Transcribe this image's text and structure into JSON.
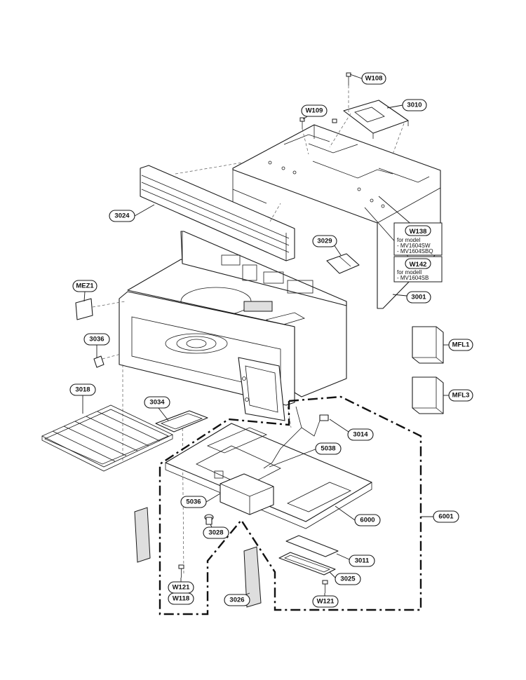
{
  "labels": {
    "w108": "W108",
    "w109": "W109",
    "p3010": "3010",
    "p3024": "3024",
    "p3029": "3029",
    "p3001": "3001",
    "mez1": "MEZ1",
    "p3036": "3036",
    "p3018": "3018",
    "p3034": "3034",
    "mfl1": "MFL1",
    "mfl3": "MFL3",
    "p3014": "3014",
    "p5038": "5038",
    "p5036": "5036",
    "p6000": "6000",
    "p6001": "6001",
    "p3028": "3028",
    "p3011": "3011",
    "p3025": "3025",
    "w121a": "W121",
    "w118": "W118",
    "p3026": "3026",
    "w121b": "W121"
  },
  "notes": {
    "w138": {
      "code": "W138",
      "line1": "for model",
      "line2": "- MV1604SW",
      "line3": "- MV1604SBQ"
    },
    "w142": {
      "code": "W142",
      "line1": "for modell",
      "line2": "- MV1604SB"
    }
  }
}
